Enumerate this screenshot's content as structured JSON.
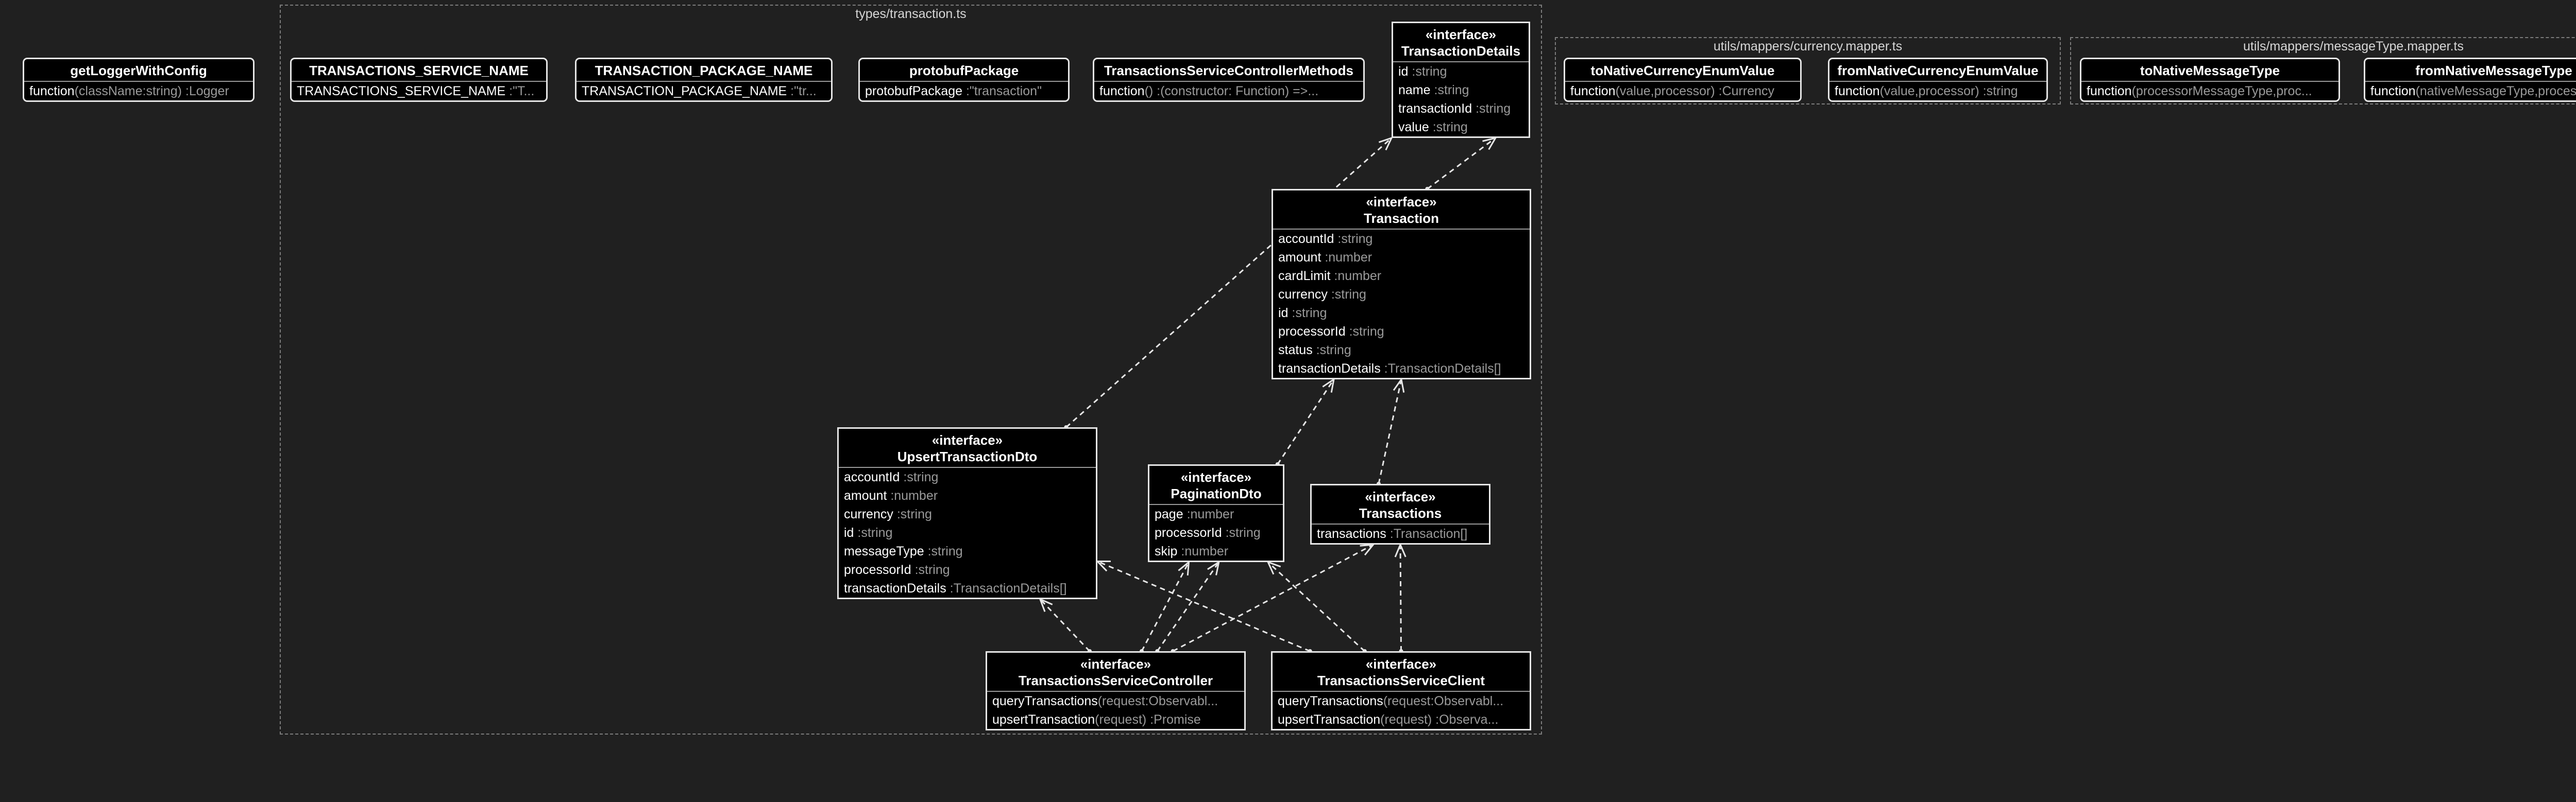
{
  "packages": {
    "types": "types/transaction.ts",
    "currency": "utils/mappers/currency.mapper.ts",
    "message": "utils/mappers/messageType.mapper.ts"
  },
  "nodes": {
    "logger": {
      "name": "getLoggerWithConfig",
      "members": [
        {
          "n": "function",
          "t": "(className:string) :Logger"
        }
      ]
    },
    "svc_name": {
      "name": "TRANSACTIONS_SERVICE_NAME",
      "members": [
        {
          "n": "TRANSACTIONS_SERVICE_NAME",
          "t": " :\"T..."
        }
      ]
    },
    "pkg_name": {
      "name": "TRANSACTION_PACKAGE_NAME",
      "members": [
        {
          "n": "TRANSACTION_PACKAGE_NAME",
          "t": " :\"tr..."
        }
      ]
    },
    "protobuf": {
      "name": "protobufPackage",
      "members": [
        {
          "n": "protobufPackage",
          "t": " :\"transaction\""
        }
      ]
    },
    "ctrl_methods": {
      "name": "TransactionsServiceControllerMethods",
      "members": [
        {
          "n": "function",
          "t": "() :(constructor: Function) =>..."
        }
      ]
    },
    "txn_details": {
      "stereo": "«interface»",
      "name": "TransactionDetails",
      "members": [
        {
          "n": "id",
          "t": " :string"
        },
        {
          "n": "name",
          "t": " :string"
        },
        {
          "n": "transactionId",
          "t": " :string"
        },
        {
          "n": "value",
          "t": " :string"
        }
      ]
    },
    "transaction": {
      "stereo": "«interface»",
      "name": "Transaction",
      "members": [
        {
          "n": "accountId",
          "t": " :string"
        },
        {
          "n": "amount",
          "t": " :number"
        },
        {
          "n": "cardLimit",
          "t": " :number"
        },
        {
          "n": "currency",
          "t": " :string"
        },
        {
          "n": "id",
          "t": " :string"
        },
        {
          "n": "processorId",
          "t": " :string"
        },
        {
          "n": "status",
          "t": " :string"
        },
        {
          "n": "transactionDetails",
          "t": " :TransactionDetails[]"
        }
      ]
    },
    "upsert": {
      "stereo": "«interface»",
      "name": "UpsertTransactionDto",
      "members": [
        {
          "n": "accountId",
          "t": " :string"
        },
        {
          "n": "amount",
          "t": " :number"
        },
        {
          "n": "currency",
          "t": " :string"
        },
        {
          "n": "id",
          "t": " :string"
        },
        {
          "n": "messageType",
          "t": " :string"
        },
        {
          "n": "processorId",
          "t": " :string"
        },
        {
          "n": "transactionDetails",
          "t": " :TransactionDetails[]"
        }
      ]
    },
    "pagination": {
      "stereo": "«interface»",
      "name": "PaginationDto",
      "members": [
        {
          "n": "page",
          "t": " :number"
        },
        {
          "n": "processorId",
          "t": " :string"
        },
        {
          "n": "skip",
          "t": " :number"
        }
      ]
    },
    "transactions": {
      "stereo": "«interface»",
      "name": "Transactions",
      "members": [
        {
          "n": "transactions",
          "t": " :Transaction[]"
        }
      ]
    },
    "controller": {
      "stereo": "«interface»",
      "name": "TransactionsServiceController",
      "members": [
        {
          "n": "queryTransactions",
          "t": "(request:Observabl..."
        },
        {
          "n": "upsertTransaction",
          "t": "(request) :Promise"
        }
      ]
    },
    "client": {
      "stereo": "«interface»",
      "name": "TransactionsServiceClient",
      "members": [
        {
          "n": "queryTransactions",
          "t": "(request:Observabl..."
        },
        {
          "n": "upsertTransaction",
          "t": "(request) :Observa..."
        }
      ]
    },
    "to_currency": {
      "name": "toNativeCurrencyEnumValue",
      "members": [
        {
          "n": "function",
          "t": "(value,processor) :Currency"
        }
      ]
    },
    "from_currency": {
      "name": "fromNativeCurrencyEnumValue",
      "members": [
        {
          "n": "function",
          "t": "(value,processor) :string"
        }
      ]
    },
    "to_message": {
      "name": "toNativeMessageType",
      "members": [
        {
          "n": "function",
          "t": "(processorMessageType,proc..."
        }
      ]
    },
    "from_message": {
      "name": "fromNativeMessageType",
      "members": [
        {
          "n": "function",
          "t": "(nativeMessageType,process..."
        }
      ]
    }
  },
  "colors": {
    "background": "#202020",
    "node_fill": "#000000",
    "node_border": "#e6e6e6",
    "type_text": "#9a9a9a",
    "edge": "#e6e6e6"
  }
}
